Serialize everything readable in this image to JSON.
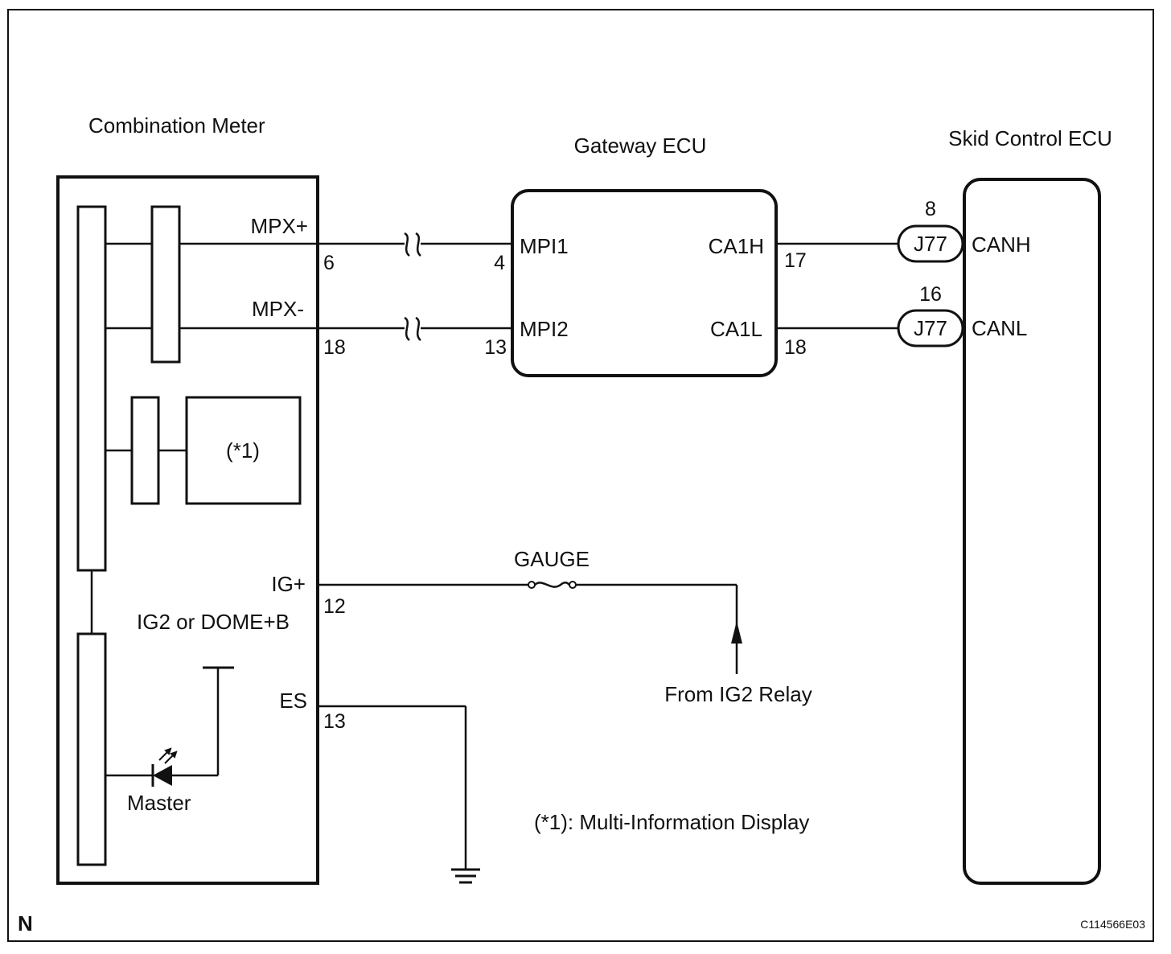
{
  "figure": {
    "page_letter": "N",
    "figure_code": "C114566E03",
    "footnote": "(*1): Multi-Information Display"
  },
  "combination_meter": {
    "title": "Combination Meter",
    "display_box": "(*1)",
    "led_label": "Master",
    "supply_label": "IG2 or DOME+B",
    "terminals": [
      {
        "name": "MPX+",
        "pin": "6"
      },
      {
        "name": "MPX-",
        "pin": "18"
      },
      {
        "name": "IG+",
        "pin": "12"
      },
      {
        "name": "ES",
        "pin": "13"
      }
    ]
  },
  "gateway_ecu": {
    "title": "Gateway ECU",
    "terminals_left": [
      {
        "name": "MPI1",
        "pin": "4"
      },
      {
        "name": "MPI2",
        "pin": "13"
      }
    ],
    "terminals_right": [
      {
        "name": "CA1H",
        "pin": "17"
      },
      {
        "name": "CA1L",
        "pin": "18"
      }
    ]
  },
  "skid_control_ecu": {
    "title": "Skid Control ECU",
    "terminals": [
      {
        "name": "CANH",
        "pin": "8",
        "junction": "J77"
      },
      {
        "name": "CANL",
        "pin": "16",
        "junction": "J77"
      }
    ]
  },
  "fuse": {
    "label": "GAUGE",
    "source": "From IG2 Relay"
  }
}
